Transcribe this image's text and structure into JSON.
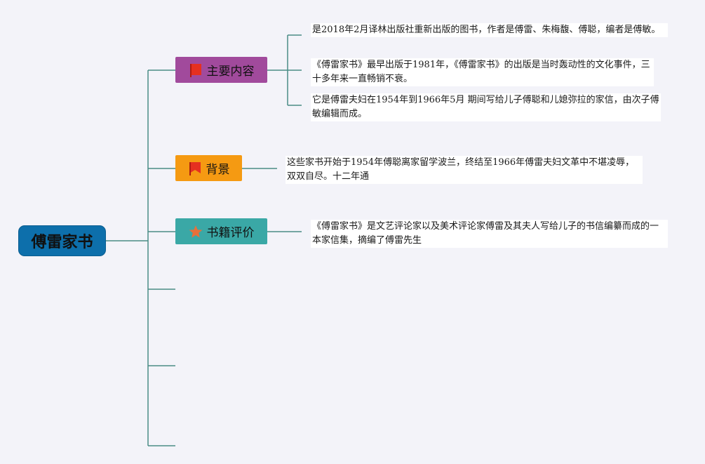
{
  "root": {
    "label": "傅雷家书",
    "color": "#0d6fab"
  },
  "branches": [
    {
      "label": "主要内容",
      "color": "#a14a9c",
      "icon": "red-flag-icon",
      "leaves": [
        "是2018年2月译林出版社重新出版的图书，作者是傅雷、朱梅馥、傅聪，编者是傅敏。",
        "《傅雷家书》最早出版于1981年，《傅雷家书》的出版是当时轰动性的文化事件，三十多年来一直畅销不衰。",
        "它是傅雷夫妇在1954年到1966年5月 期间写给儿子傅聪和儿媳弥拉的家信，由次子傅敏编辑而成。"
      ]
    },
    {
      "label": "背景",
      "color": "#f59a12",
      "icon": "red-flag-icon",
      "leaves": [
        "这些家书开始于1954年傅聪离家留学波兰，终结至1966年傅雷夫妇文革中不堪凌辱，双双自尽。十二年通"
      ]
    },
    {
      "label": "书籍评价",
      "color": "#3aa8a6",
      "icon": "orange-star-icon",
      "leaves": [
        "《傅雷家书》是文艺评论家以及美术评论家傅雷及其夫人写给儿子的书信编纂而成的一本家信集，摘编了傅雷先生"
      ]
    }
  ],
  "connector_color": "#4a8c86",
  "flag_color": "#e53020",
  "star_color": "#e8703a"
}
